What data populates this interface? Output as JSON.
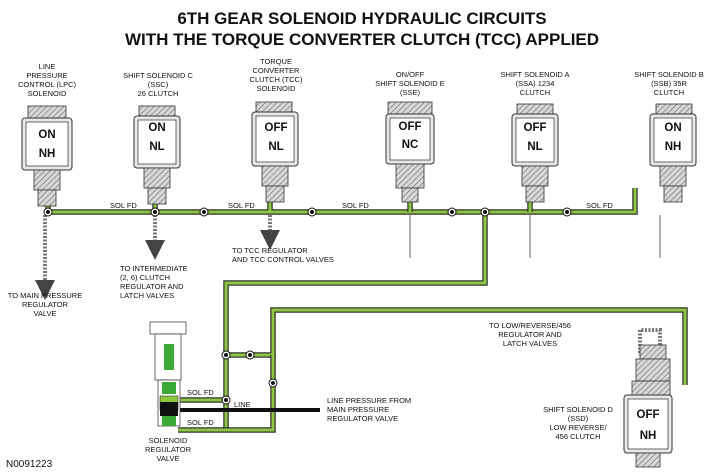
{
  "title": {
    "line1": "6TH GEAR SOLENOID HYDRAULIC CIRCUITS",
    "line2": "WITH THE TORQUE CONVERTER CLUTCH (TCC) APPLIED"
  },
  "solenoids": [
    {
      "id": "lpc",
      "label": [
        "LINE",
        "PRESSURE",
        "CONTROL (LPC)",
        "SOLENOID"
      ],
      "state": "ON",
      "type": "NH"
    },
    {
      "id": "ssc",
      "label": [
        "SHIFT SOLENOID C",
        "(SSC)",
        "26 CLUTCH"
      ],
      "state": "ON",
      "type": "NL"
    },
    {
      "id": "tcc",
      "label": [
        "TORQUE",
        "CONVERTER",
        "CLUTCH (TCC)",
        "SOLENOID"
      ],
      "state": "OFF",
      "type": "NL"
    },
    {
      "id": "sse",
      "label": [
        "ON/OFF",
        "SHIFT SOLENOID E",
        "(SSE)"
      ],
      "state": "OFF",
      "type": "NC"
    },
    {
      "id": "ssa",
      "label": [
        "SHIFT SOLENOID A",
        "(SSA) 1234",
        "CLUTCH"
      ],
      "state": "OFF",
      "type": "NL"
    },
    {
      "id": "ssb",
      "label": [
        "SHIFT SOLENOID B",
        "(SSB) 35R",
        "CLUTCH"
      ],
      "state": "ON",
      "type": "NH"
    },
    {
      "id": "ssd",
      "label": [
        "SHIFT SOLENOID D",
        "(SSD)",
        "LOW REVERSE/",
        "456 CLUTCH"
      ],
      "state": "OFF",
      "type": "NH"
    }
  ],
  "line_labels": {
    "sol_fd": "SOL FD",
    "line": "LINE"
  },
  "callouts": {
    "main_pressure": [
      "TO MAIN PRESSURE",
      "REGULATOR",
      "VALVE"
    ],
    "intermediate": [
      "TO INTERMEDIATE",
      "(2, 6) CLUTCH",
      "REGULATOR AND",
      "LATCH VALVES"
    ],
    "tcc_regulator": [
      "TO TCC REGULATOR",
      "AND TCC CONTROL VALVES"
    ],
    "low_reverse": [
      "TO LOW/REVERSE/456",
      "REGULATOR AND",
      "LATCH VALVES"
    ],
    "line_pressure_from": [
      "LINE PRESSURE FROM",
      "MAIN PRESSURE",
      "REGULATOR VALVE"
    ],
    "regulator_valve": [
      "SOLENOID",
      "REGULATOR",
      "VALVE"
    ]
  },
  "figure_id": "N0091223",
  "colors": {
    "sol_fd_fill": "#8dc63f",
    "line_pressure": "#111111",
    "outline": "#333333"
  }
}
